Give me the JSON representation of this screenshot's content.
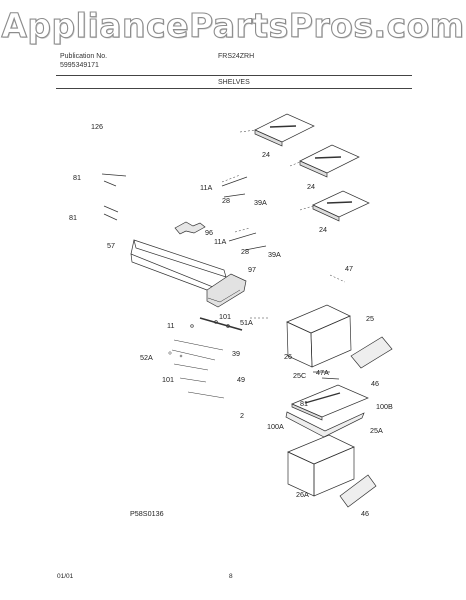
{
  "watermark": "AppliancePartsPros.com",
  "header": {
    "publication_label": "Publication No.",
    "publication_no": "5995349171",
    "model": "FRS24ZRH",
    "section": "SHELVES"
  },
  "labels": [
    "126",
    "24",
    "24",
    "24",
    "81",
    "81",
    "11A",
    "28",
    "39A",
    "96",
    "11A",
    "57",
    "28",
    "39A",
    "97",
    "47",
    "101",
    "51A",
    "11",
    "25",
    "39",
    "26",
    "52A",
    "25C",
    "47A",
    "101",
    "49",
    "46",
    "81",
    "100B",
    "2",
    "100A",
    "25A",
    "26A",
    "46"
  ],
  "footer": {
    "code": "P58S0136",
    "date": "01/01",
    "page": "8"
  }
}
